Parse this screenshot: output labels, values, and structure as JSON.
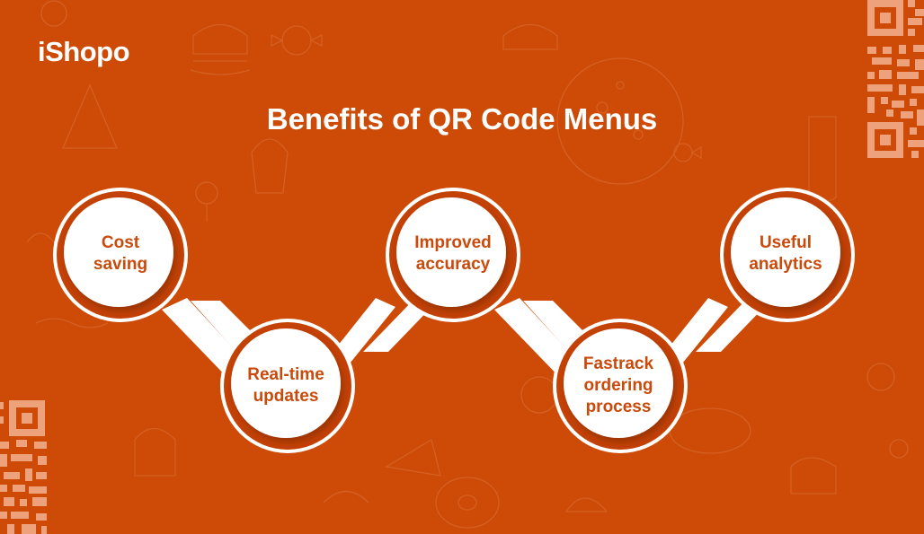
{
  "brand": {
    "logo_text": "iShopo"
  },
  "header": {
    "title": "Benefits of QR Code Menus"
  },
  "colors": {
    "background": "#cd4b07",
    "ring": "#c44206",
    "node_fill": "#ffffff",
    "node_text": "#c94a0b",
    "qr": "#eda27c"
  },
  "diagram": {
    "layout": "zigzag",
    "nodes": [
      {
        "label_line1": "Cost",
        "label_line2": "saving",
        "label_line3": "",
        "position": "top"
      },
      {
        "label_line1": "Real-time",
        "label_line2": "updates",
        "label_line3": "",
        "position": "bottom"
      },
      {
        "label_line1": "Improved",
        "label_line2": "accuracy",
        "label_line3": "",
        "position": "top"
      },
      {
        "label_line1": "Fastrack",
        "label_line2": "ordering",
        "label_line3": "process",
        "position": "bottom"
      },
      {
        "label_line1": "Useful",
        "label_line2": "analytics",
        "label_line3": "",
        "position": "top"
      }
    ]
  },
  "decorations": {
    "qr_codes": [
      "qr-code-top-right",
      "qr-code-bottom-left"
    ]
  }
}
